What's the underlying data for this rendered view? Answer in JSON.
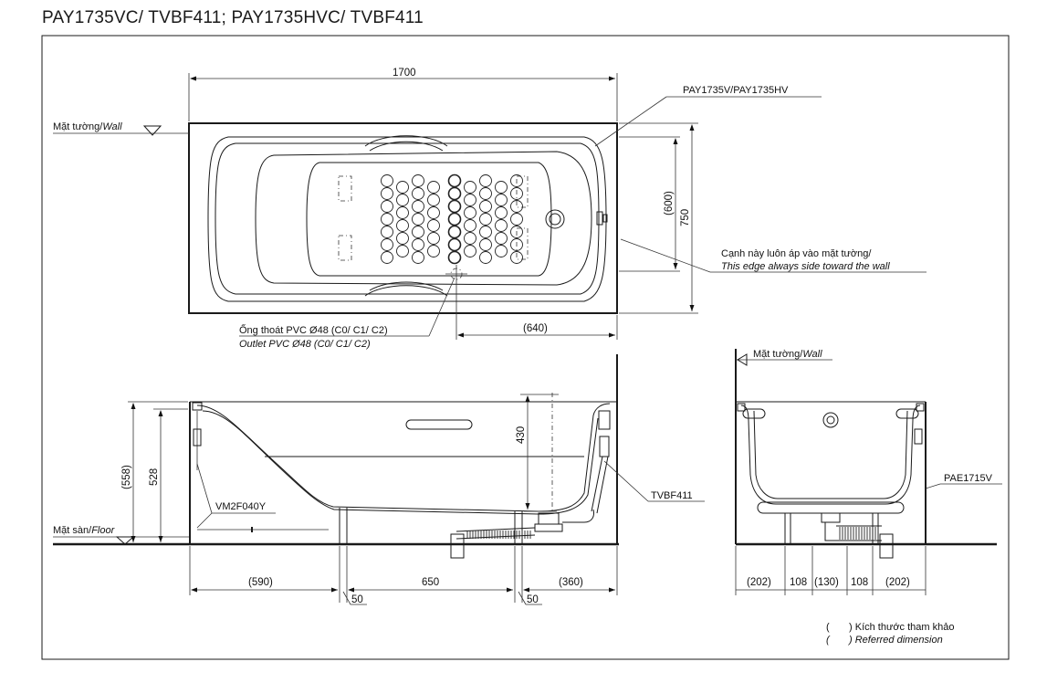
{
  "title": "PAY1735VC/ TVBF411; PAY1735HVC/ TVBF411",
  "labels": {
    "wall_top": "Mặt tường/",
    "wall_top_en": "Wall",
    "wall_side": "Mặt tường/",
    "wall_side_en": "Wall",
    "floor": "Mặt sàn/",
    "floor_en": "Floor",
    "model": "PAY1735V/PAY1735HV",
    "edge_vi": "Cạnh này luôn áp vào mặt tường/",
    "edge_en": "This edge always side toward the wall",
    "outlet_vi": "Ống thoát PVC Ø48 (C0/ C1/ C2)",
    "outlet_en": "Outlet PVC Ø48 (C0/ C1/ C2)",
    "vm": "VM2F040Y",
    "tvbf": "TVBF411",
    "pae": "PAE1715V"
  },
  "dimensions": {
    "length": "1700",
    "width_inner": "(600)",
    "width": "750",
    "drain_offset": "(640)",
    "height_total": "(558)",
    "height": "528",
    "overflow_depth": "430",
    "left_leg": "(590)",
    "leg_span": "650",
    "right_leg": "(360)",
    "leg_w1": "50",
    "leg_w2": "50",
    "side_1": "(202)",
    "side_2": "108",
    "side_3": "(130)",
    "side_4": "108",
    "side_5": "(202)"
  },
  "legend": {
    "paren": "(",
    "paren2": ")",
    "ref_vi": "Kích thước tham khảo",
    "ref_en": "Referred dimension"
  }
}
